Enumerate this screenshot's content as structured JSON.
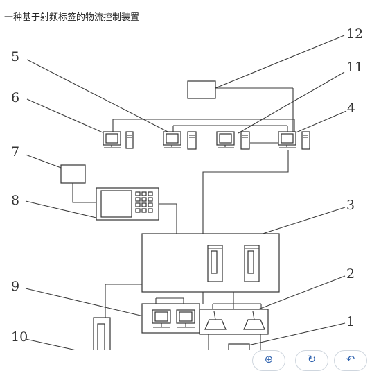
{
  "title": "一种基于射频标签的物流控制装置",
  "labels": [
    "1",
    "2",
    "3",
    "4",
    "5",
    "6",
    "7",
    "8",
    "9",
    "10",
    "11",
    "12"
  ],
  "toolbar": {
    "zoom_icon": "⊕",
    "rotate_icon": "↻",
    "undo_icon": "↶"
  }
}
